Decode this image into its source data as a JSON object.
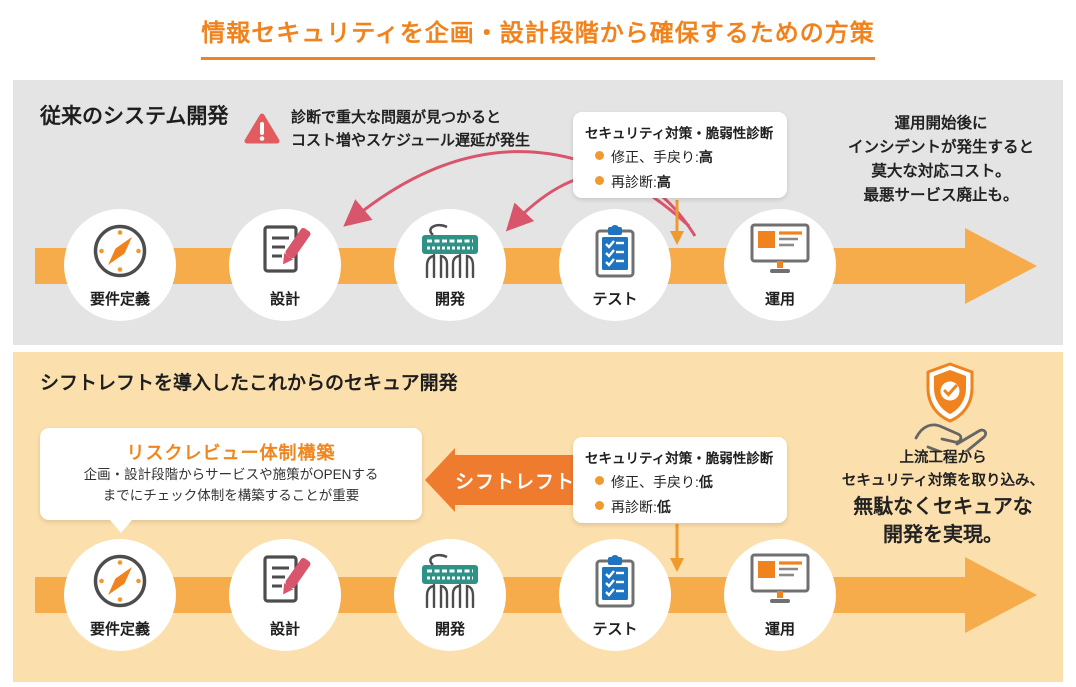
{
  "title": "情報セキュリティを企画・設計段階から確保するための方策",
  "colors": {
    "accent_orange": "#F0831D",
    "flow_bar_orange": "#F6AC4B",
    "down_arrow_orange": "#F0992C",
    "shift_arrow_orange": "#EE7B2E",
    "panel_gray": "#E4E4E4",
    "panel_cream": "#FBDFAC",
    "alert_red": "#D9556B",
    "clipboard_blue": "#1E74C0",
    "keyboard_teal": "#2E9287"
  },
  "top_panel": {
    "heading": "従来のシステム開発",
    "warning": {
      "icon": "warning-triangle-icon",
      "line1": "診断で重大な問題が見つかると",
      "line2": "コスト増やスケジュール遅延が発生"
    },
    "security_box": {
      "title": "セキュリティ対策・脆弱性診断",
      "items": [
        {
          "label": "修正、手戻り:",
          "value": "高"
        },
        {
          "label": "再診断:",
          "value": "高"
        }
      ]
    },
    "note": {
      "lines": [
        "運用開始後に",
        "インシデントが発生すると",
        "莫大な対応コスト。",
        "最悪サービス廃止も。"
      ]
    },
    "steps": [
      {
        "label": "要件定義",
        "icon": "compass-icon"
      },
      {
        "label": "設計",
        "icon": "document-pencil-icon"
      },
      {
        "label": "開発",
        "icon": "keyboard-hands-icon"
      },
      {
        "label": "テスト",
        "icon": "clipboard-checklist-icon"
      },
      {
        "label": "運用",
        "icon": "monitor-icon"
      }
    ]
  },
  "bottom_panel": {
    "heading": "シフトレフトを導入したこれからのセキュア開発",
    "risk_box": {
      "title": "リスクレビュー体制構築",
      "line1": "企画・設計段階からサービスや施策がOPENする",
      "line2": "までにチェック体制を構築することが重要"
    },
    "shift_left_label": "シフトレフト",
    "security_box": {
      "title": "セキュリティ対策・脆弱性診断",
      "items": [
        {
          "label": "修正、手戻り:",
          "value": "低"
        },
        {
          "label": "再診断:",
          "value": "低"
        }
      ]
    },
    "note": {
      "icon": "shield-check-hand-icon",
      "small_lines": [
        "上流工程から",
        "セキュリティ対策を取り込み、"
      ],
      "big_lines": [
        "無駄なくセキュアな",
        "開発を実現。"
      ]
    },
    "steps": [
      {
        "label": "要件定義",
        "icon": "compass-icon"
      },
      {
        "label": "設計",
        "icon": "document-pencil-icon"
      },
      {
        "label": "開発",
        "icon": "keyboard-hands-icon"
      },
      {
        "label": "テスト",
        "icon": "clipboard-checklist-icon"
      },
      {
        "label": "運用",
        "icon": "monitor-icon"
      }
    ]
  }
}
